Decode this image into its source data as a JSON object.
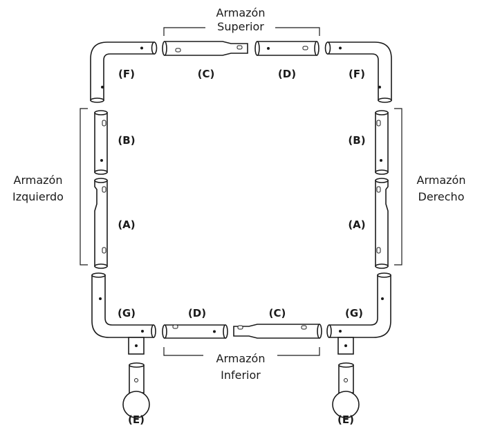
{
  "groups": {
    "top": [
      "Armazón",
      "Superior"
    ],
    "bottom": [
      "Armazón",
      "Inferior"
    ],
    "left": [
      "Armazón",
      "Izquierdo"
    ],
    "right": [
      "Armazón",
      "Derecho"
    ]
  },
  "parts": {
    "f_left": "(F)",
    "c_top": "(C)",
    "d_top": "(D)",
    "f_right": "(F)",
    "b_left": "(B)",
    "b_right": "(B)",
    "a_left": "(A)",
    "a_right": "(A)",
    "g_left": "(G)",
    "d_bottom": "(D)",
    "c_bottom": "(C)",
    "g_right": "(G)",
    "e_left": "(E)",
    "e_right": "(E)"
  }
}
